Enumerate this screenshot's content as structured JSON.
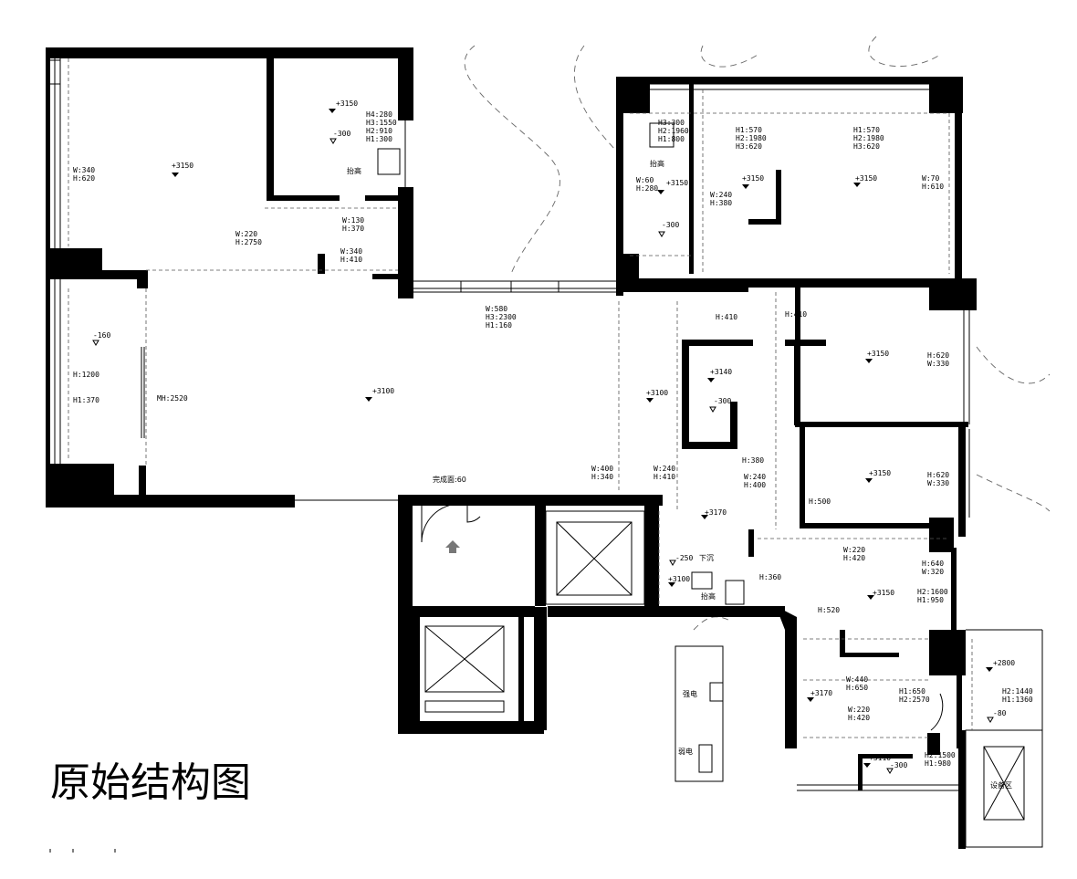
{
  "title": "原始结构图",
  "labels": {
    "l_h3150a": "+3150",
    "l_m300a": "-300",
    "l_h4": "H4:280",
    "l_h3a": "H3:1550",
    "l_h2a": "H2:910",
    "l_h1a": "H1:300",
    "l_taigao1": "抬高",
    "l_w340": "W:340",
    "l_h620a": "H:620",
    "l_3150b": "+3150",
    "l_w130": "W:130",
    "l_h370": "H:370",
    "l_w220a": "W:220",
    "l_h2750": "H:2750",
    "l_w340b": "W:340",
    "l_h410a": "H:410",
    "l_h3_300": "H3:300",
    "l_h2_1960a": "H2:1960",
    "l_h1_800": "H1:800",
    "l_taigao2": "抬高",
    "l_h1_570a": "H1:570",
    "l_h2_1980a": "H2:1980",
    "l_h3_620a": "H3:620",
    "l_h1_570b": "H1:570",
    "l_h2_1980b": "H2:1980",
    "l_h3_620b": "H3:620",
    "l_w60": "W:60",
    "l_h280": "H:280",
    "l_3150c": "+3150",
    "l_w240a": "W:240",
    "l_h380a": "H:380",
    "l_3150d": "+3150",
    "l_3150e": "+3150",
    "l_w70": "W:70",
    "l_h610": "H:610",
    "l_m300b": "-300",
    "l_m160": "-160",
    "l_h1200": "H:1200",
    "l_h1_370": "H1:370",
    "l_mh2520": "MH:2520",
    "l_3100a": "+3100",
    "l_w580": "W:580",
    "l_h3_2300": "H3:2300",
    "l_h1_160": "H1:160",
    "l_h410b": "H:410",
    "l_h410c": "H:410",
    "l_3100b": "+3100",
    "l_3140": "+3140",
    "l_m300c": "-300",
    "l_3150f": "+3150",
    "l_h620b": "H:620",
    "l_w330a": "W:330",
    "l_h380b": "H:380",
    "l_w400": "W:400",
    "l_h340": "H:340",
    "l_w240b": "W:240",
    "l_h410d": "H:410",
    "l_w240c": "W:240",
    "l_h400": "H:400",
    "l_3150g": "+3150",
    "l_h620c": "H:620",
    "l_w330b": "W:330",
    "l_wancheng": "完成面:60",
    "l_h500": "H:500",
    "l_3170a": "+3170",
    "l_m250": "-250",
    "l_xiachen": "下沉",
    "l_3100c": "+3100",
    "l_taigao3": "抬高",
    "l_h360": "H:360",
    "l_w220b": "W:220",
    "l_h420a": "H:420",
    "l_h640": "H:640",
    "l_w320": "W:320",
    "l_3150h": "+3150",
    "l_h2_1600": "H2:1600",
    "l_h1_950": "H1:950",
    "l_h520": "H:520",
    "l_2800": "+2800",
    "l_w440": "W:440",
    "l_h650": "H:650",
    "l_3170b": "+3170",
    "l_h1_650": "H1:650",
    "l_h2_2570": "H2:2570",
    "l_h2_1440": "H2:1440",
    "l_h1_1360": "H1:1360",
    "l_w220c": "W:220",
    "l_h420b": "H:420",
    "l_m80": "-80",
    "l_h2_1500": "H2:1500",
    "l_h1_980": "H1:980",
    "l_3110": "+3110",
    "l_m300d": "-300",
    "l_qiangdian": "强电",
    "l_ruodian": "弱电",
    "l_shebeiqu": "设备区"
  }
}
